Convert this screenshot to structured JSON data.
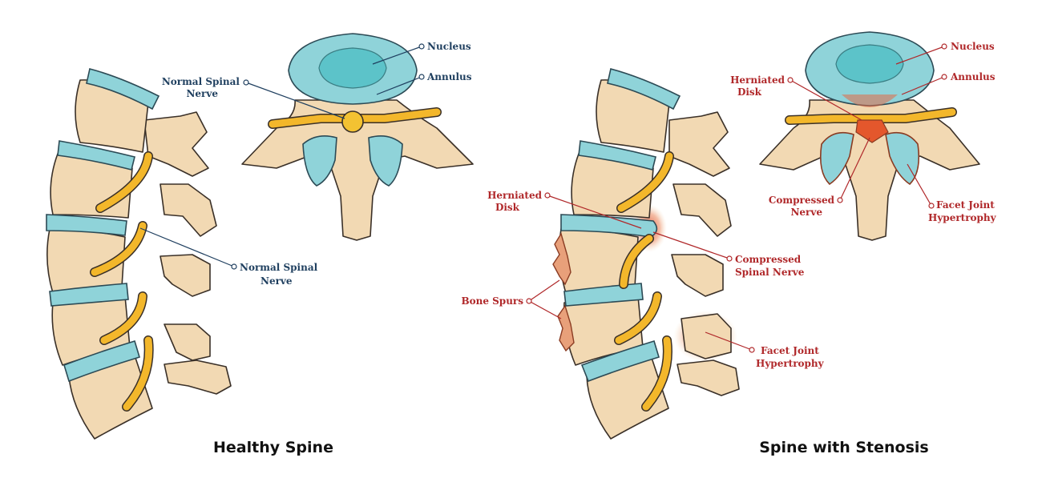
{
  "healthy": {
    "title": "Healthy Spine",
    "labels": {
      "nucleus": "Nucleus",
      "annulus": "Annulus",
      "normal_nerve_top_l1": "Normal Spinal",
      "normal_nerve_top_l2": "Nerve",
      "normal_nerve_side_l1": "Normal Spinal",
      "normal_nerve_side_l2": "Nerve"
    }
  },
  "stenosis": {
    "title": "Spine with Stenosis",
    "labels": {
      "nucleus": "Nucleus",
      "annulus": "Annulus",
      "herniated_top_l1": "Herniated",
      "herniated_top_l2": "Disk",
      "compressed_top_l1": "Compressed",
      "compressed_top_l2": "Nerve",
      "facet_top_l1": "Facet Joint",
      "facet_top_l2": "Hypertrophy",
      "herniated_side_l1": "Herniated",
      "herniated_side_l2": "Disk",
      "compressed_side_l1": "Compressed",
      "compressed_side_l2": "Spinal Nerve",
      "bone_spurs": "Bone Spurs",
      "facet_side_l1": "Facet Joint",
      "facet_side_l2": "Hypertrophy"
    }
  },
  "colors": {
    "bone": "#f2d9b3",
    "disk": "#8fd3d9",
    "nerve": "#f3b72b",
    "inflammation": "#d9442b",
    "label_healthy": "#1f3f5f",
    "label_stenosis": "#b0282a"
  }
}
